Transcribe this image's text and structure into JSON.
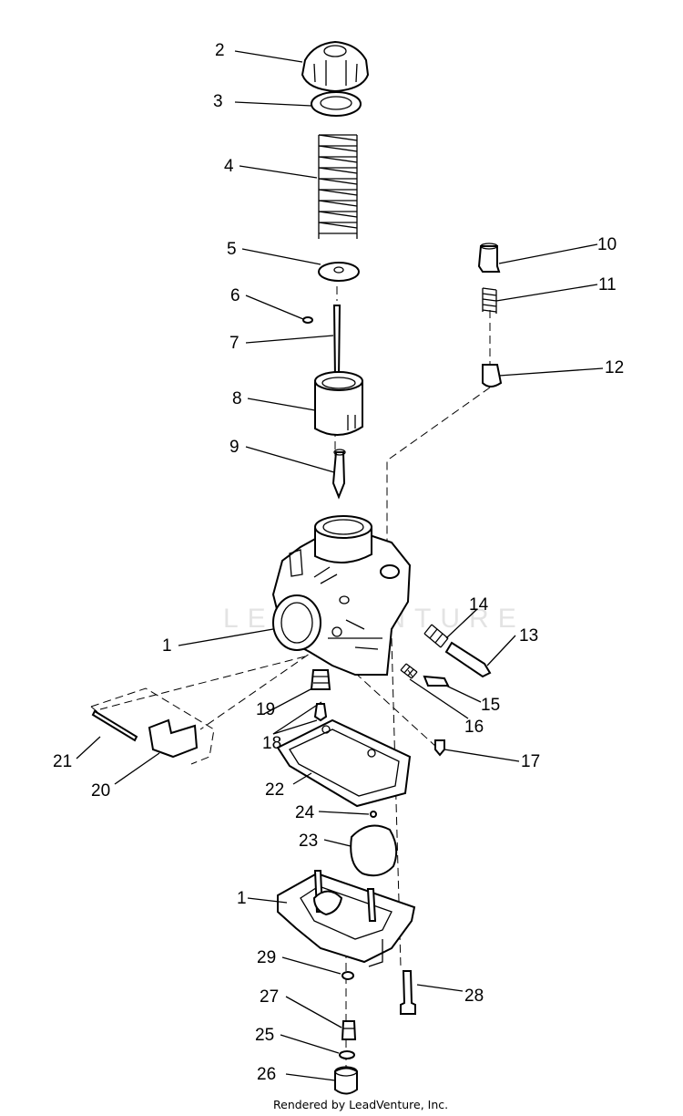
{
  "callouts": [
    {
      "id": "c2",
      "text": "2"
    },
    {
      "id": "c3",
      "text": "3"
    },
    {
      "id": "c4",
      "text": "4"
    },
    {
      "id": "c5",
      "text": "5"
    },
    {
      "id": "c6",
      "text": "6"
    },
    {
      "id": "c7",
      "text": "7"
    },
    {
      "id": "c8",
      "text": "8"
    },
    {
      "id": "c9",
      "text": "9"
    },
    {
      "id": "c10",
      "text": "10"
    },
    {
      "id": "c11",
      "text": "11"
    },
    {
      "id": "c12",
      "text": "12"
    },
    {
      "id": "c1a",
      "text": "1"
    },
    {
      "id": "c14",
      "text": "14"
    },
    {
      "id": "c13",
      "text": "13"
    },
    {
      "id": "c15",
      "text": "15"
    },
    {
      "id": "c16",
      "text": "16"
    },
    {
      "id": "c19",
      "text": "19"
    },
    {
      "id": "c18",
      "text": "18"
    },
    {
      "id": "c17",
      "text": "17"
    },
    {
      "id": "c21",
      "text": "21"
    },
    {
      "id": "c20",
      "text": "20"
    },
    {
      "id": "c22",
      "text": "22"
    },
    {
      "id": "c24",
      "text": "24"
    },
    {
      "id": "c23",
      "text": "23"
    },
    {
      "id": "c1b",
      "text": "1"
    },
    {
      "id": "c29",
      "text": "29"
    },
    {
      "id": "c28",
      "text": "28"
    },
    {
      "id": "c27",
      "text": "27"
    },
    {
      "id": "c25",
      "text": "25"
    },
    {
      "id": "c26",
      "text": "26"
    }
  ],
  "watermark": "LEADVENTURE",
  "footer": "Rendered by LeadVenture, Inc."
}
